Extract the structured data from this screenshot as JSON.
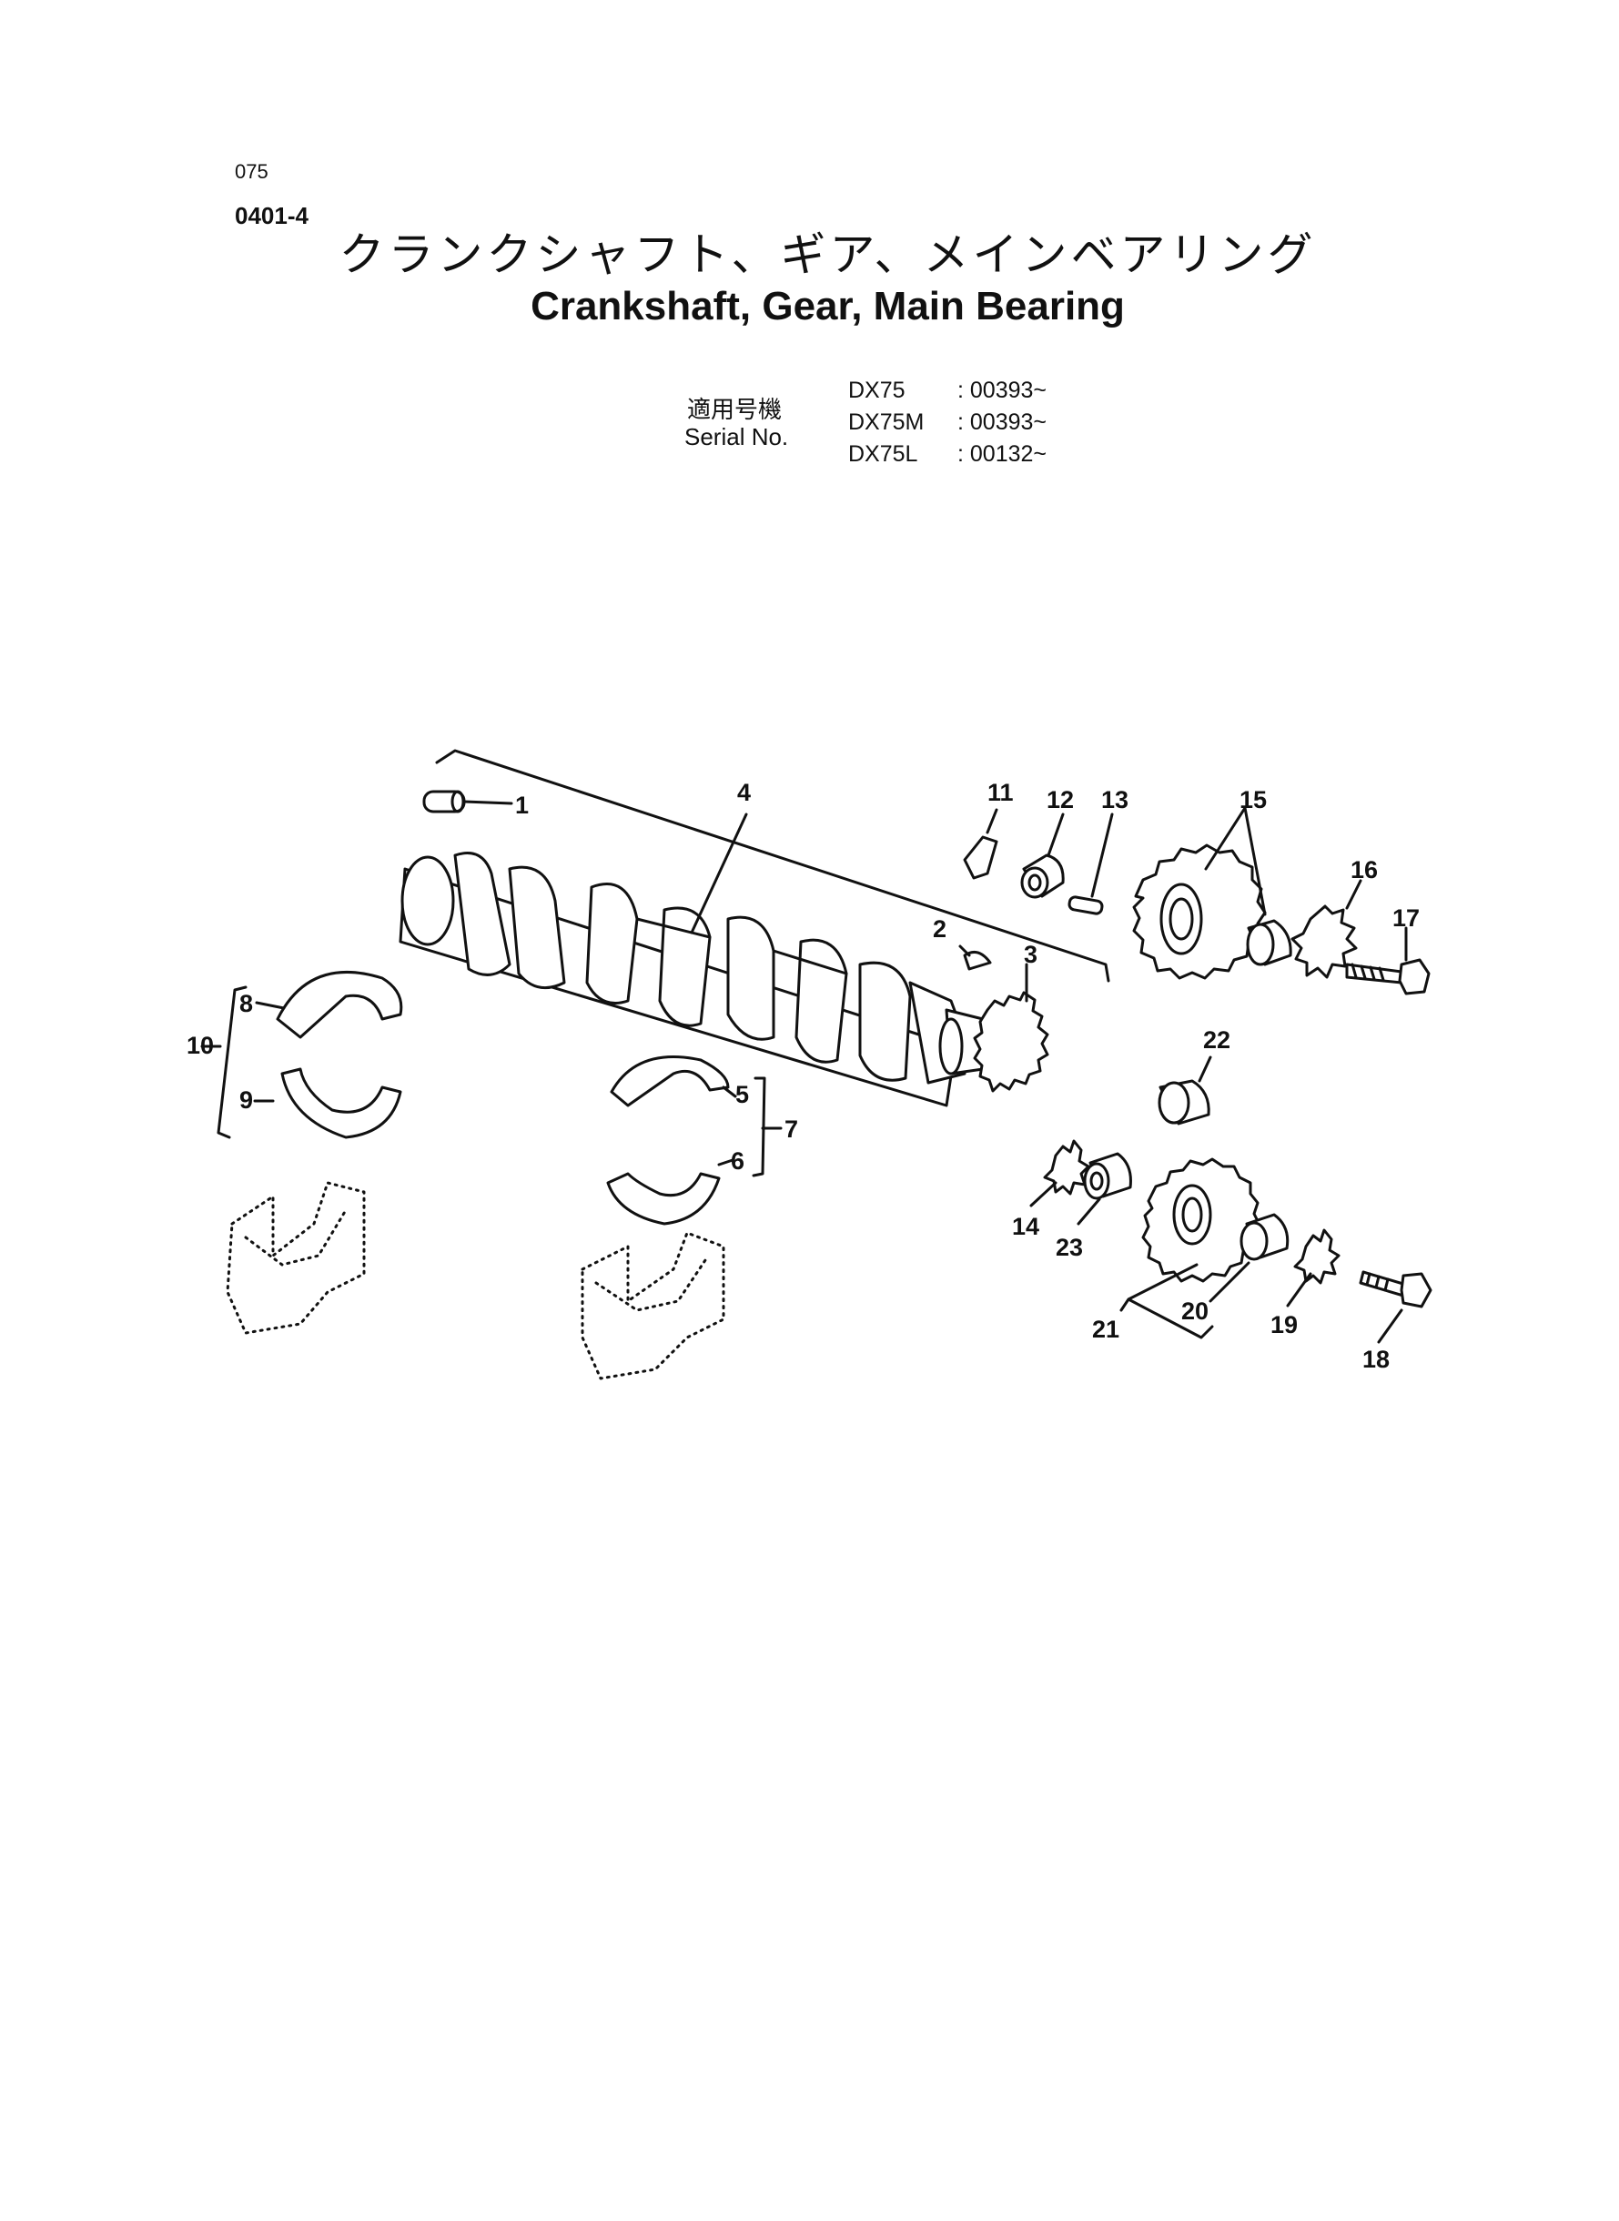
{
  "header": {
    "page_code": "075",
    "sheet_code": "0401-4",
    "title_ja": "クランクシャフト、ギア、メインベアリング",
    "title_en": "Crankshaft, Gear, Main Bearing"
  },
  "serial": {
    "label_ja": "適用号機",
    "label_en": "Serial No.",
    "rows": [
      {
        "model": "DX75",
        "range": ": 00393~"
      },
      {
        "model": "DX75M",
        "range": ": 00393~"
      },
      {
        "model": "DX75L",
        "range": ": 00132~"
      }
    ]
  },
  "callouts": [
    "1",
    "2",
    "3",
    "4",
    "5",
    "6",
    "7",
    "8",
    "9",
    "10",
    "11",
    "12",
    "13",
    "14",
    "15",
    "16",
    "17",
    "18",
    "19",
    "20",
    "21",
    "22",
    "23"
  ]
}
